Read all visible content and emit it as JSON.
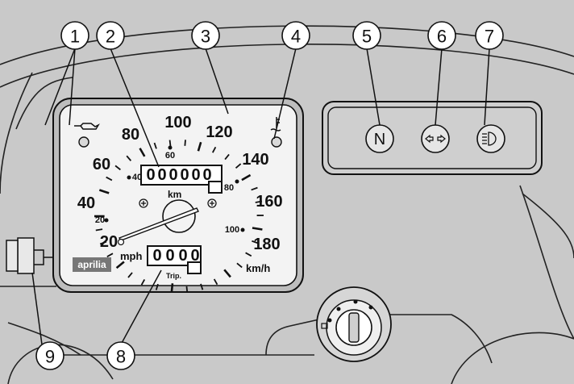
{
  "callouts": [
    "1",
    "2",
    "3",
    "4",
    "5",
    "6",
    "7",
    "8",
    "9"
  ],
  "speedometer": {
    "speeds": [
      "20",
      "40",
      "60",
      "80",
      "100",
      "120",
      "140",
      "160",
      "180"
    ],
    "mph": [
      "20",
      "40",
      "60",
      "80",
      "100"
    ],
    "kmh_unit": "km/h",
    "mph_unit": "mph",
    "brand": "aprilia"
  },
  "odometer": {
    "digits": [
      "0",
      "0",
      "0",
      "0",
      "0",
      "0"
    ],
    "unit": "km"
  },
  "trip": {
    "digits": [
      "0",
      "0",
      "0",
      "0"
    ],
    "label": "Trip."
  },
  "indicators": {
    "neutral": "N"
  }
}
